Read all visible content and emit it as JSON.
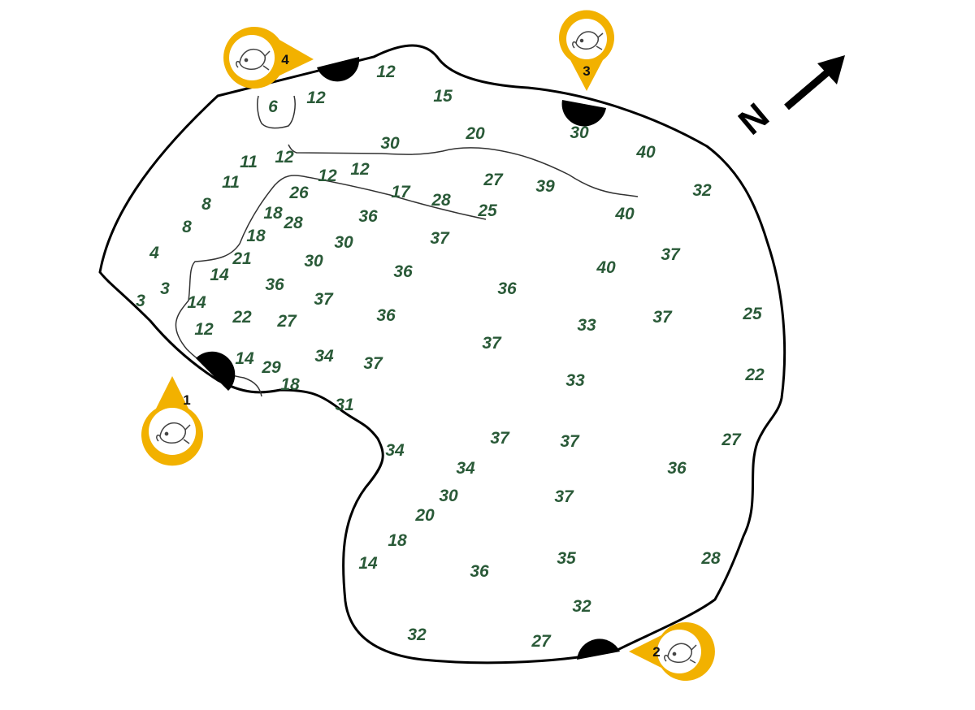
{
  "colors": {
    "depth_text": "#2a5a38",
    "outline": "#000000",
    "peg_marker": "#000000",
    "pin": "#f2b100",
    "pin_inner": "#ffffff"
  },
  "north_label": "N",
  "pegs": [
    {
      "number": "1",
      "icon": "carp-fish-icon"
    },
    {
      "number": "2",
      "icon": "carp-fish-icon"
    },
    {
      "number": "3",
      "icon": "carp-fish-icon"
    },
    {
      "number": "4",
      "icon": "carp-fish-icon"
    }
  ],
  "depths": [
    "12",
    "15",
    "6",
    "12",
    "30",
    "20",
    "30",
    "40",
    "11",
    "12",
    "12",
    "12",
    "27",
    "39",
    "32",
    "11",
    "26",
    "17",
    "28",
    "25",
    "40",
    "8",
    "18",
    "28",
    "36",
    "8",
    "18",
    "37",
    "30",
    "4",
    "21",
    "30",
    "36",
    "40",
    "37",
    "14",
    "36",
    "36",
    "3",
    "37",
    "14",
    "3",
    "22",
    "27",
    "36",
    "33",
    "37",
    "25",
    "12",
    "37",
    "14",
    "29",
    "34",
    "37",
    "33",
    "22",
    "18",
    "31",
    "37",
    "37",
    "27",
    "34",
    "34",
    "36",
    "30",
    "37",
    "20",
    "18",
    "14",
    "35",
    "28",
    "36",
    "32",
    "32",
    "27"
  ]
}
